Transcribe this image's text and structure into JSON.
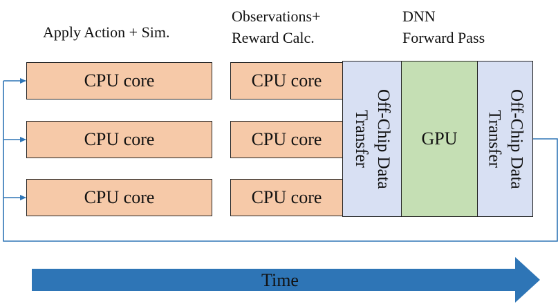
{
  "stages": {
    "sim_label": "Apply Action + Sim.",
    "obs_label_line1": "Observations+",
    "obs_label_line2": "Reward Calc.",
    "dnn_label_line1": "DNN",
    "dnn_label_line2": "Forward Pass"
  },
  "blocks": {
    "cpu_core": "CPU core",
    "transfer_line1": "Off-Chip Data",
    "transfer_line2": "Transfer",
    "gpu": "GPU"
  },
  "time_label": "Time",
  "colors": {
    "cpu_fill": "#f6c9a8",
    "transfer_fill": "#d8e0f3",
    "gpu_fill": "#c5dfb4",
    "flow_line": "#2e75b6",
    "time_arrow": "#2e75b6"
  }
}
